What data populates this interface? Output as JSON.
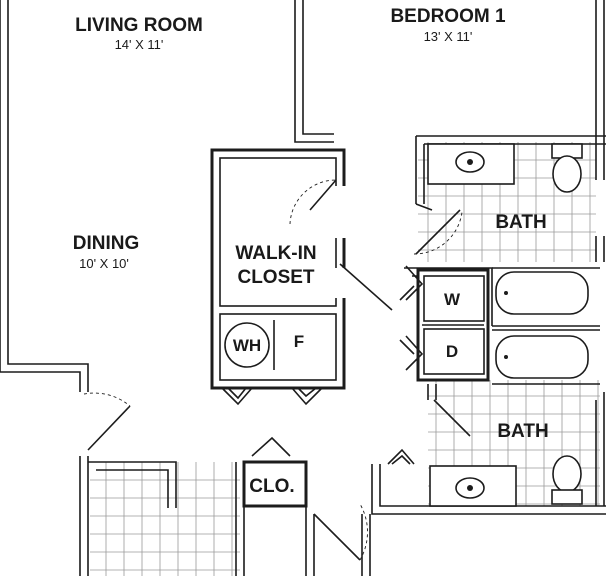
{
  "rooms": {
    "living_room": {
      "name": "LIVING ROOM",
      "dims": "14' X 11'"
    },
    "bedroom_1": {
      "name": "BEDROOM 1",
      "dims": "13' X 11'"
    },
    "dining": {
      "name": "DINING",
      "dims": "10' X 10'"
    },
    "walk_in_closet": {
      "line1": "WALK-IN",
      "line2": "CLOSET"
    },
    "bath_upper": {
      "name": "BATH"
    },
    "bath_lower": {
      "name": "BATH"
    },
    "closet": {
      "name": "CLO."
    }
  },
  "appliances": {
    "water_heater": "WH",
    "furnace": "F",
    "washer": "W",
    "dryer": "D"
  },
  "colors": {
    "wall": "#1c1c1c",
    "tile": "#9a9a9a",
    "background": "#ffffff"
  }
}
